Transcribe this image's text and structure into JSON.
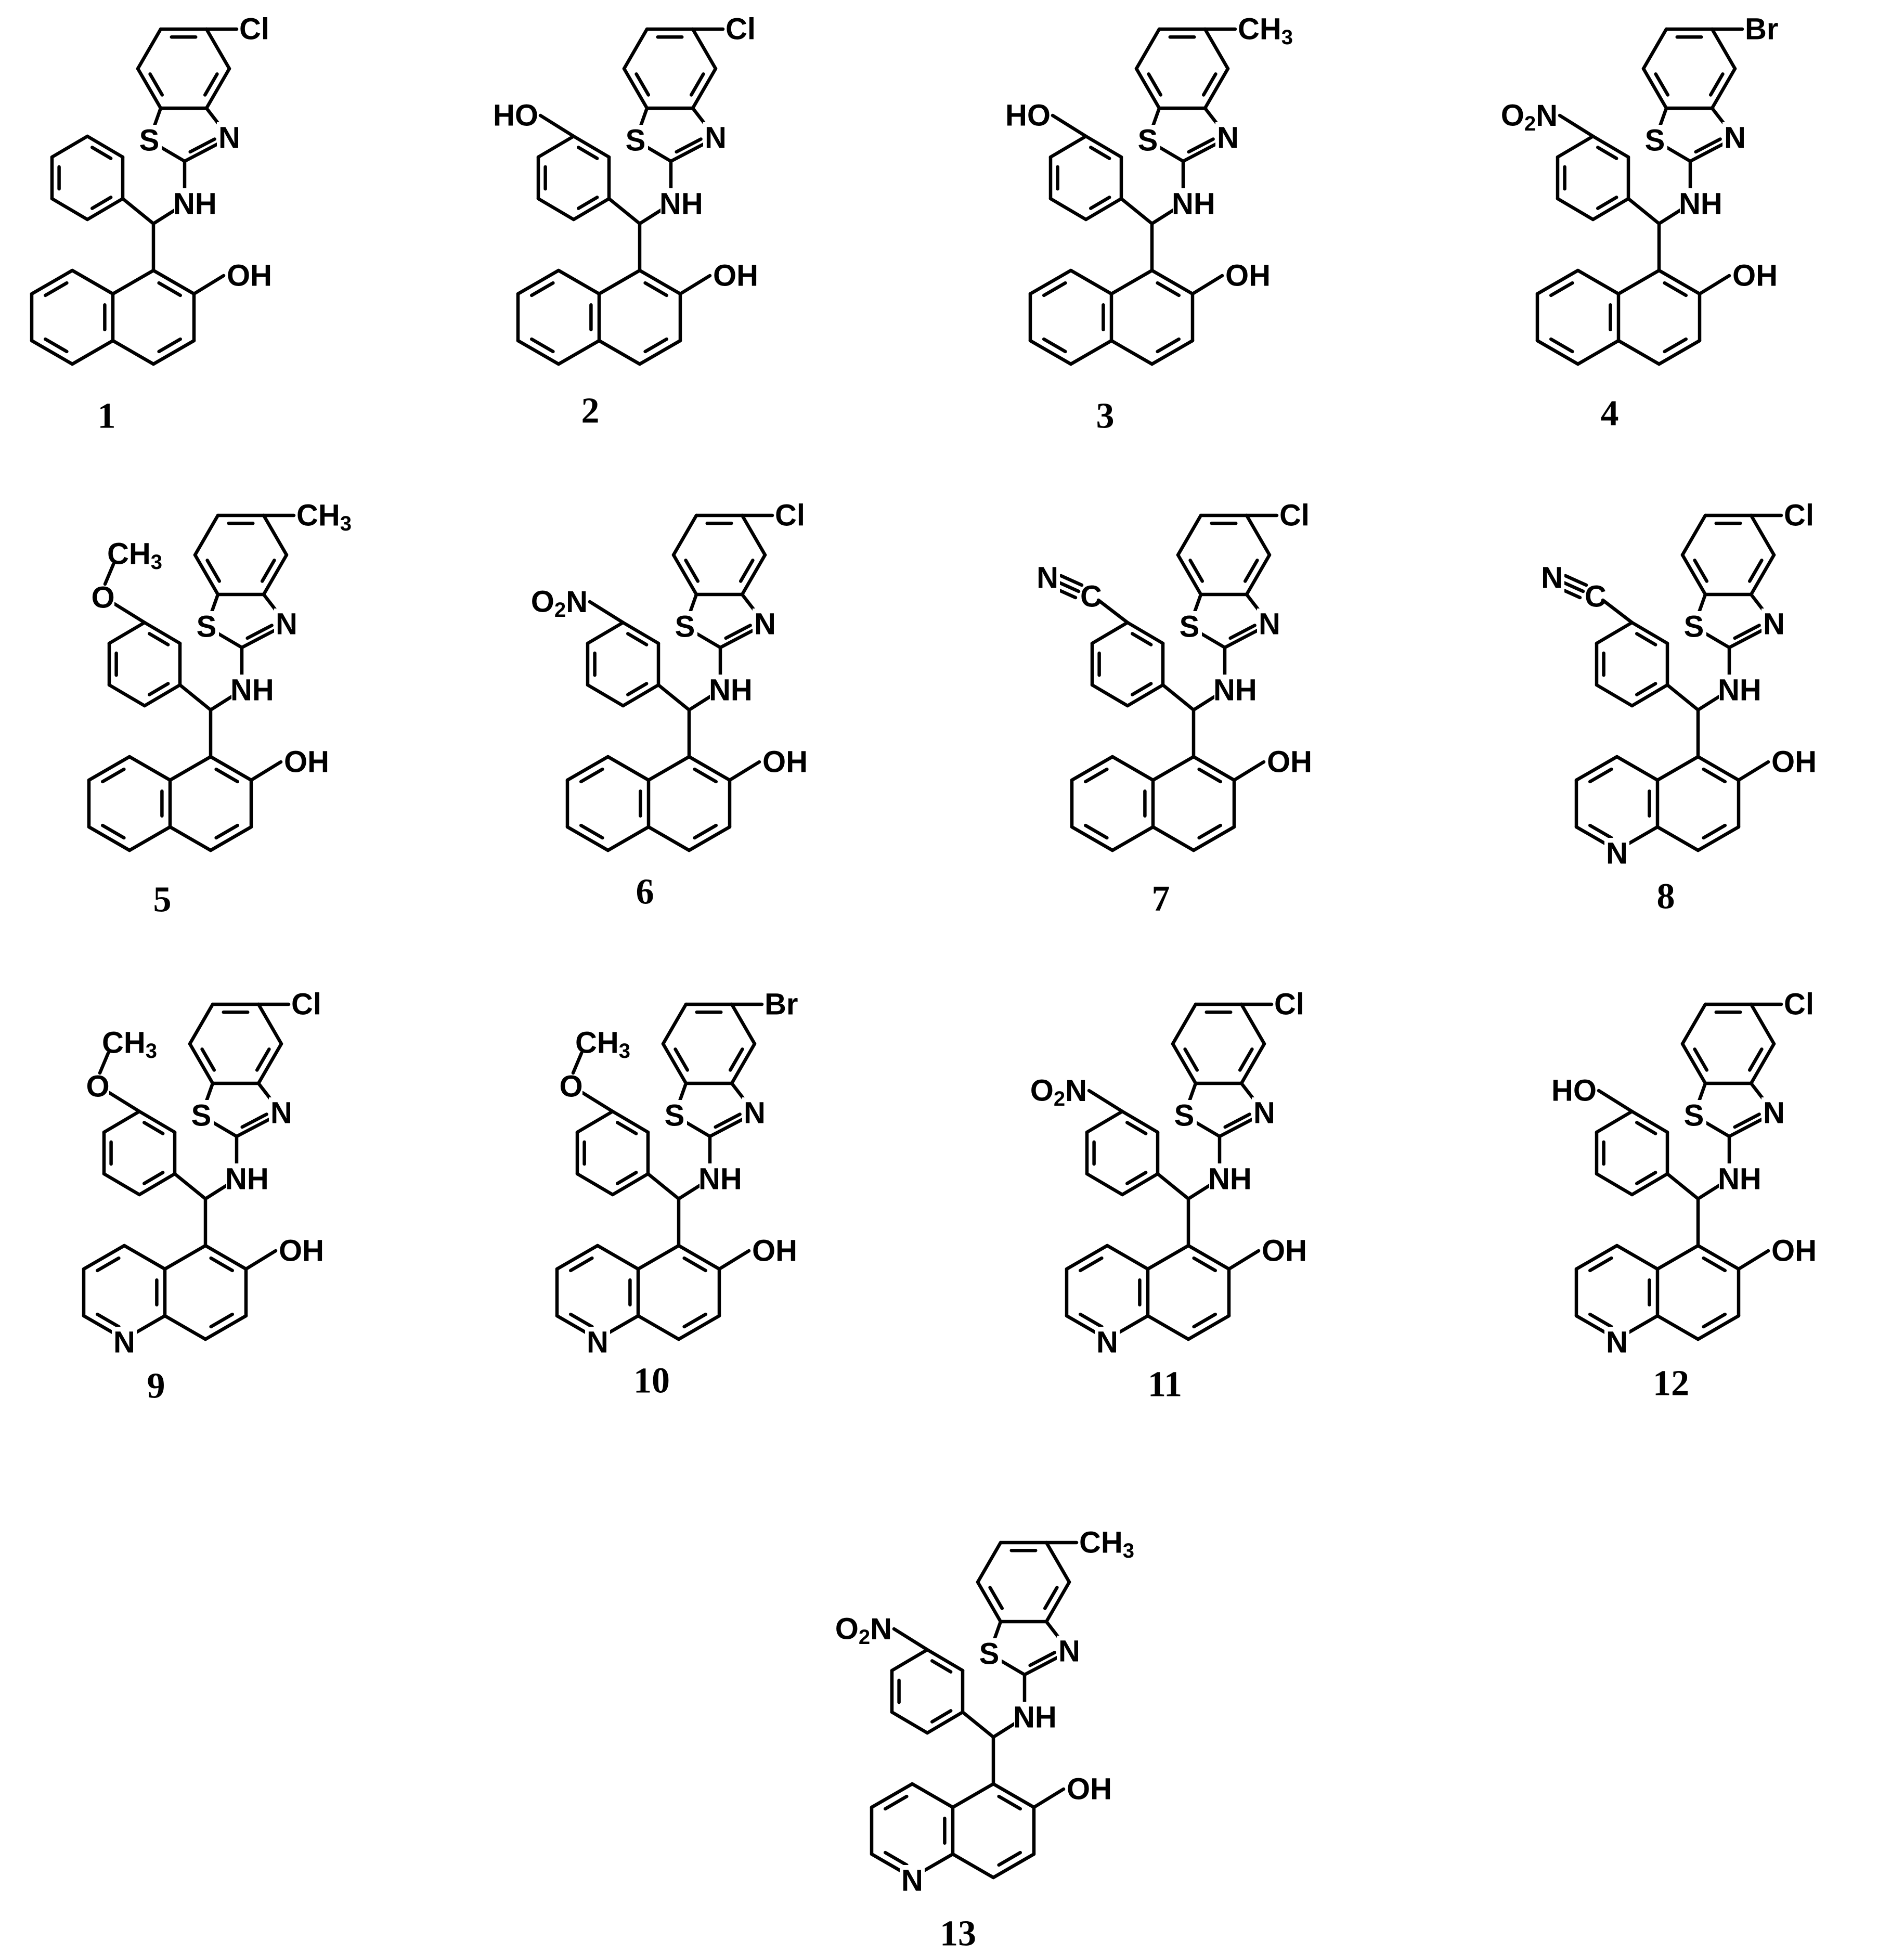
{
  "atoms": {
    "s": "S",
    "n": "N",
    "nh": "NH",
    "oh": "OH",
    "ho": "HO",
    "cl": "Cl",
    "br": "Br",
    "ch3": "CH",
    "ch3_sub": "3",
    "no2_o": "O",
    "no2_sub": "2",
    "no2_n": "N",
    "cn_n": "N",
    "cn_c": "C",
    "ome_o": "O"
  },
  "compounds": [
    {
      "id": "compound-1",
      "label": "1",
      "core": "naphthol",
      "bt_sub": "cl",
      "aryl_sub": "none"
    },
    {
      "id": "compound-2",
      "label": "2",
      "core": "naphthol",
      "bt_sub": "cl",
      "aryl_sub": "oh"
    },
    {
      "id": "compound-3",
      "label": "3",
      "core": "naphthol",
      "bt_sub": "ch3",
      "aryl_sub": "oh"
    },
    {
      "id": "compound-4",
      "label": "4",
      "core": "naphthol",
      "bt_sub": "br",
      "aryl_sub": "no2"
    },
    {
      "id": "compound-5",
      "label": "5",
      "core": "naphthol",
      "bt_sub": "ch3",
      "aryl_sub": "ome"
    },
    {
      "id": "compound-6",
      "label": "6",
      "core": "naphthol",
      "bt_sub": "cl",
      "aryl_sub": "no2"
    },
    {
      "id": "compound-7",
      "label": "7",
      "core": "naphthol",
      "bt_sub": "cl",
      "aryl_sub": "cn"
    },
    {
      "id": "compound-8",
      "label": "8",
      "core": "quinolinol",
      "bt_sub": "cl",
      "aryl_sub": "cn"
    },
    {
      "id": "compound-9",
      "label": "9",
      "core": "quinolinol",
      "bt_sub": "cl",
      "aryl_sub": "ome"
    },
    {
      "id": "compound-10",
      "label": "10",
      "core": "quinolinol",
      "bt_sub": "br",
      "aryl_sub": "ome"
    },
    {
      "id": "compound-11",
      "label": "11",
      "core": "quinolinol",
      "bt_sub": "cl",
      "aryl_sub": "no2"
    },
    {
      "id": "compound-12",
      "label": "12",
      "core": "quinolinol",
      "bt_sub": "cl",
      "aryl_sub": "oh"
    },
    {
      "id": "compound-13",
      "label": "13",
      "core": "quinolinol",
      "bt_sub": "ch3",
      "aryl_sub": "no2"
    }
  ]
}
